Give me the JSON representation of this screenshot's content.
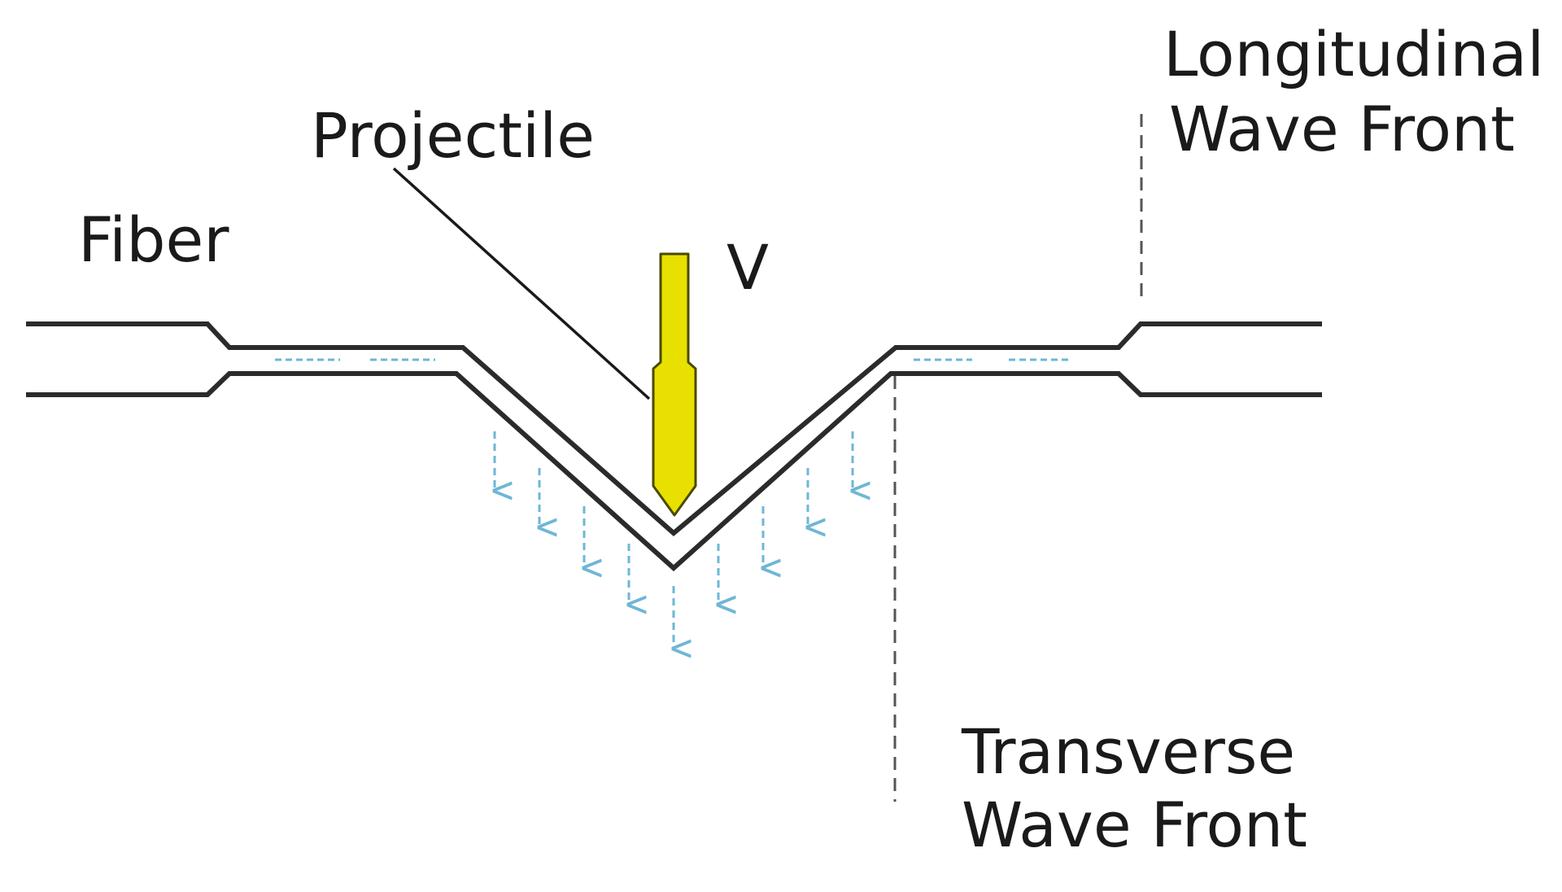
{
  "labels": {
    "fiber": "Fiber",
    "projectile": "Projectile",
    "velocity": "V",
    "longitudinal_line1": "Longitudinal",
    "longitudinal_line2": "Wave Front",
    "transverse_line1": "Transverse",
    "transverse_line2": "Wave Front"
  },
  "colors": {
    "fiber_stroke": "#2b2b2b",
    "projectile_fill": "#e8e000",
    "projectile_stroke": "#4a4a00",
    "wave_arrow": "#6fb6d6",
    "dashed_front": "#555555",
    "text": "#1a1a1a"
  }
}
